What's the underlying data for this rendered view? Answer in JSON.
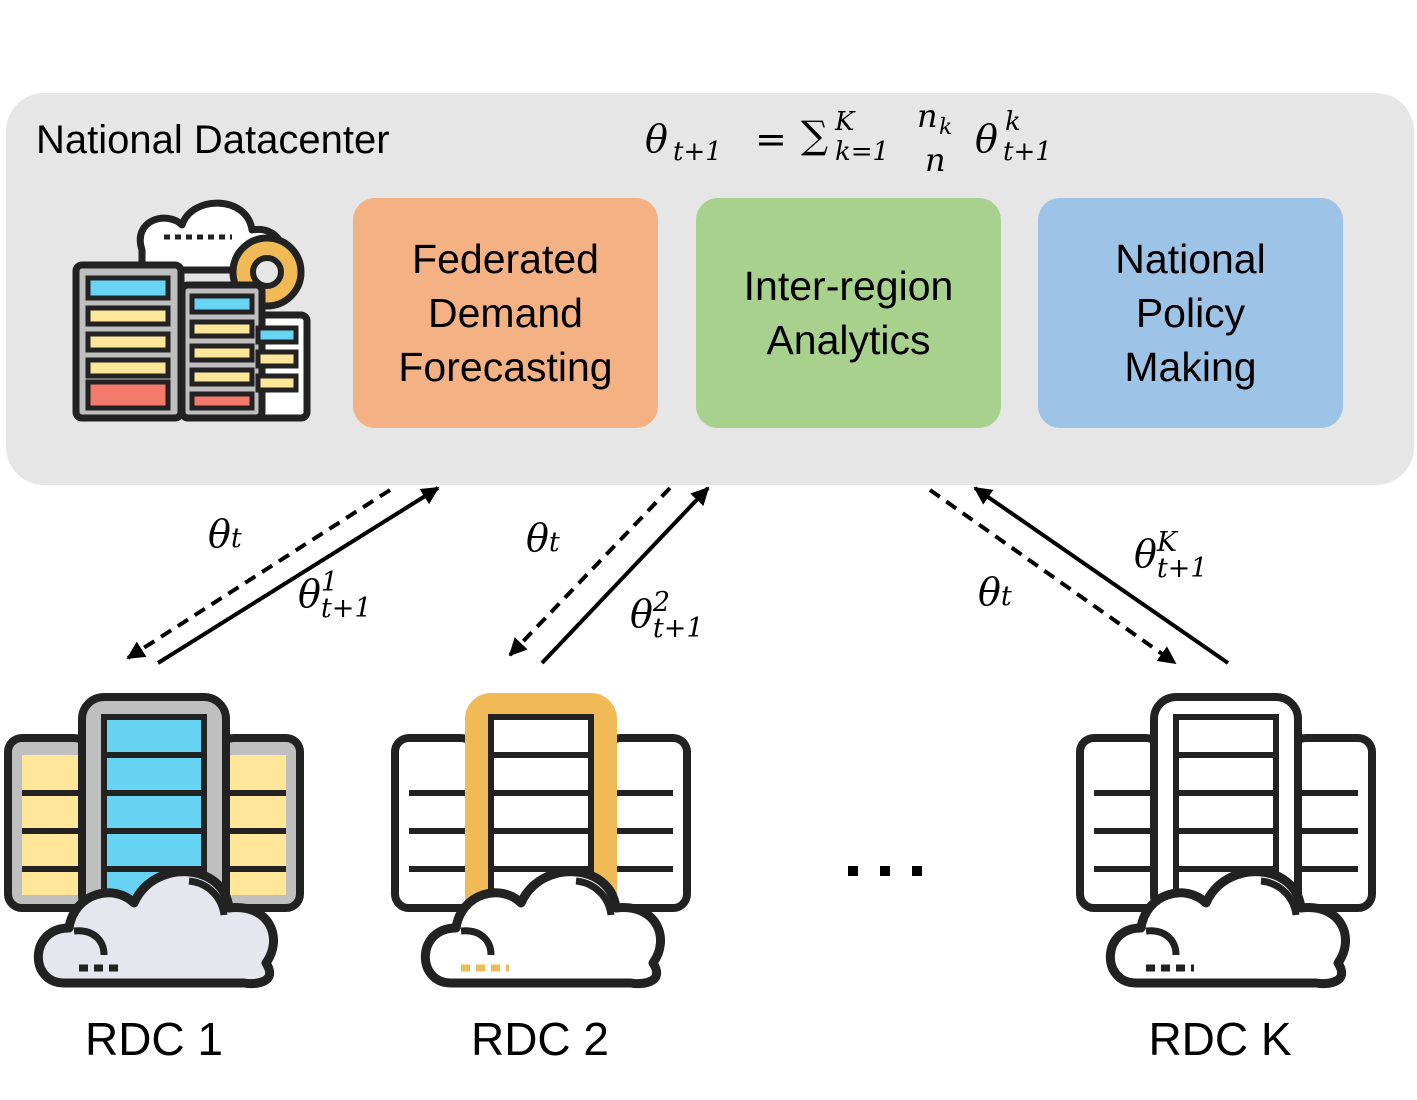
{
  "national": {
    "title": "National Datacenter",
    "formula": {
      "lhs": "θ",
      "lhs_sub": "t+1",
      "equals": "=",
      "sum": "∑",
      "sum_sub": "k=1",
      "sum_sup": "K",
      "frac_num": "n",
      "frac_num_sub": "k",
      "frac_den": "n",
      "rhs": "θ",
      "rhs_sub": "t+1",
      "rhs_sup": "k"
    },
    "modules": [
      {
        "label": "Federated\nDemand\nForecasting",
        "color": "#f4b183"
      },
      {
        "label": "Inter-region\nAnalytics",
        "color": "#a9d18e"
      },
      {
        "label": "National\nPolicy\nMaking",
        "color": "#9dc3e6"
      }
    ]
  },
  "links": [
    {
      "down": "θ",
      "down_sub": "t",
      "up": "θ",
      "up_sup": "1",
      "up_sub": "t+1"
    },
    {
      "down": "θ",
      "down_sub": "t",
      "up": "θ",
      "up_sup": "2",
      "up_sub": "t+1"
    },
    {
      "down": "θ",
      "down_sub": "t",
      "up": "θ",
      "up_sup": "K",
      "up_sub": "t+1"
    }
  ],
  "rdcs": [
    {
      "label": "RDC 1",
      "accent": "#66d4f2"
    },
    {
      "label": "RDC 2",
      "accent": "#f0bb57"
    },
    {
      "label": "RDC K",
      "accent": "#ffffff"
    }
  ],
  "ellipsis": "...",
  "icons": [
    "datacenter-gear-icon",
    "server-cloud-icon"
  ]
}
